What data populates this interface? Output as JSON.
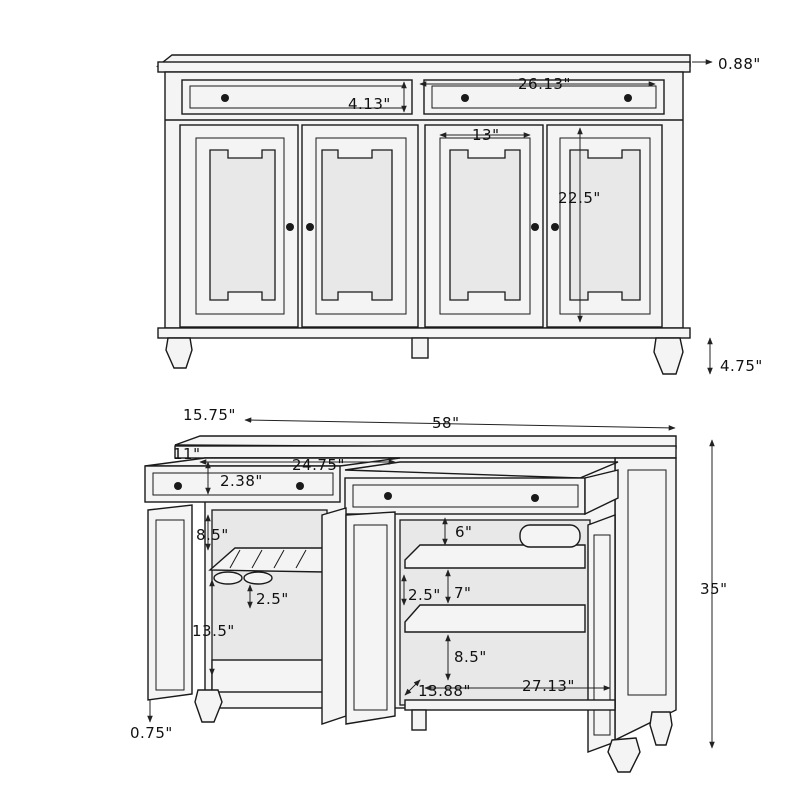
{
  "colors": {
    "line": "#1a1a1a",
    "background": "#ffffff"
  },
  "front_view": {
    "dimensions": {
      "top_thickness": "0.88\"",
      "drawer_width": "26.13\"",
      "drawer_height": "4.13\"",
      "door_width": "13\"",
      "door_height": "22.5\"",
      "leg_height": "4.75\""
    }
  },
  "open_view": {
    "dimensions": {
      "depth": "15.75\"",
      "total_width": "58\"",
      "drawer_depth": "11\"",
      "drawer_inner_width": "24.75\"",
      "drawer_inner_height": "2.38\"",
      "left_top_space": "8.5\"",
      "rack_gap": "2.5\"",
      "left_lower_space": "13.5\"",
      "bottom_clearance": "0.75\"",
      "right_top_space": "6\"",
      "shelf_gap": "2.5\"",
      "shelf_space": "7\"",
      "lower_space": "8.5\"",
      "inner_depth": "13.88\"",
      "inner_width": "27.13\"",
      "total_height": "35\""
    }
  }
}
